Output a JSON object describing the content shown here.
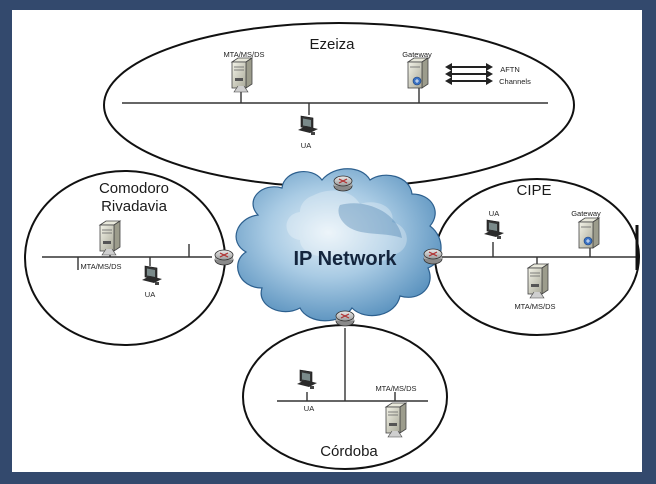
{
  "network": {
    "label": "IP Network"
  },
  "sites": {
    "ezeiza": {
      "title": "Ezeiza",
      "server_label": "MTA/MS/DS",
      "gateway_label": "Gateway",
      "aftn_label_1": "AFTN",
      "aftn_label_2": "Channels",
      "ua_label": "UA"
    },
    "comodoro": {
      "title_line1": "Comodoro",
      "title_line2": "Rivadavia",
      "server_label": "MTA/MS/DS",
      "ua_label": "UA"
    },
    "cipe": {
      "title": "CIPE",
      "ua_label": "UA",
      "gateway_label": "Gateway",
      "server_label": "MTA/MS/DS"
    },
    "cordoba": {
      "title": "Córdoba",
      "ua_label": "UA",
      "server_label": "MTA/MS/DS"
    }
  },
  "colors": {
    "background": "#33496d",
    "cloud_light": "#d3e6f3",
    "cloud_dark": "#4f8ab9",
    "router": "#c8c8c8",
    "router_mark": "#b03030"
  }
}
